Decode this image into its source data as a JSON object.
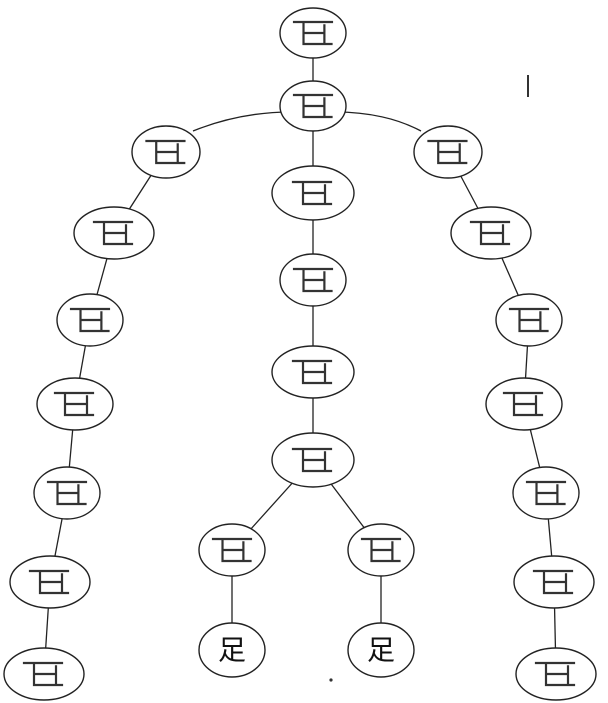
{
  "diagram": {
    "nodes": [
      {
        "id": "head",
        "label": ""
      },
      {
        "id": "neck",
        "label": ""
      },
      {
        "id": "left-shoulder",
        "label": ""
      },
      {
        "id": "right-shoulder",
        "label": ""
      },
      {
        "id": "chest",
        "label": ""
      },
      {
        "id": "left-upper-arm",
        "label": ""
      },
      {
        "id": "right-upper-arm",
        "label": ""
      },
      {
        "id": "spine",
        "label": ""
      },
      {
        "id": "left-elbow",
        "label": ""
      },
      {
        "id": "right-elbow",
        "label": ""
      },
      {
        "id": "waist",
        "label": ""
      },
      {
        "id": "left-forearm",
        "label": ""
      },
      {
        "id": "right-forearm",
        "label": ""
      },
      {
        "id": "hip",
        "label": ""
      },
      {
        "id": "left-wrist",
        "label": ""
      },
      {
        "id": "right-wrist",
        "label": ""
      },
      {
        "id": "left-knee",
        "label": ""
      },
      {
        "id": "right-knee",
        "label": ""
      },
      {
        "id": "left-hand",
        "label": ""
      },
      {
        "id": "right-hand",
        "label": ""
      },
      {
        "id": "left-foot",
        "label": "足"
      },
      {
        "id": "right-foot",
        "label": "足"
      },
      {
        "id": "left-fingers",
        "label": ""
      },
      {
        "id": "right-fingers",
        "label": ""
      }
    ],
    "edges": [
      [
        "head",
        "neck"
      ],
      [
        "neck",
        "left-shoulder"
      ],
      [
        "neck",
        "right-shoulder"
      ],
      [
        "neck",
        "chest"
      ],
      [
        "left-shoulder",
        "left-upper-arm"
      ],
      [
        "left-upper-arm",
        "left-elbow"
      ],
      [
        "left-elbow",
        "left-forearm"
      ],
      [
        "left-forearm",
        "left-wrist"
      ],
      [
        "left-wrist",
        "left-hand"
      ],
      [
        "left-hand",
        "left-fingers"
      ],
      [
        "right-shoulder",
        "right-upper-arm"
      ],
      [
        "right-upper-arm",
        "right-elbow"
      ],
      [
        "right-elbow",
        "right-forearm"
      ],
      [
        "right-forearm",
        "right-wrist"
      ],
      [
        "right-wrist",
        "right-hand"
      ],
      [
        "right-hand",
        "right-fingers"
      ],
      [
        "chest",
        "spine"
      ],
      [
        "spine",
        "waist"
      ],
      [
        "waist",
        "hip"
      ],
      [
        "hip",
        "left-knee"
      ],
      [
        "hip",
        "right-knee"
      ],
      [
        "left-knee",
        "left-foot"
      ],
      [
        "right-knee",
        "right-foot"
      ]
    ]
  }
}
